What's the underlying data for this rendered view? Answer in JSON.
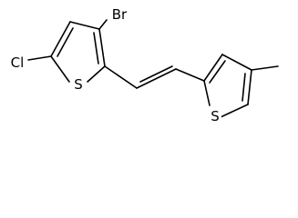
{
  "molecule": {
    "labels": {
      "bromine": "Br",
      "chlorine": "Cl",
      "sulfur_left": "S",
      "sulfur_right": "S"
    },
    "colors": {
      "bond": "#000000",
      "background": "#ffffff"
    }
  }
}
